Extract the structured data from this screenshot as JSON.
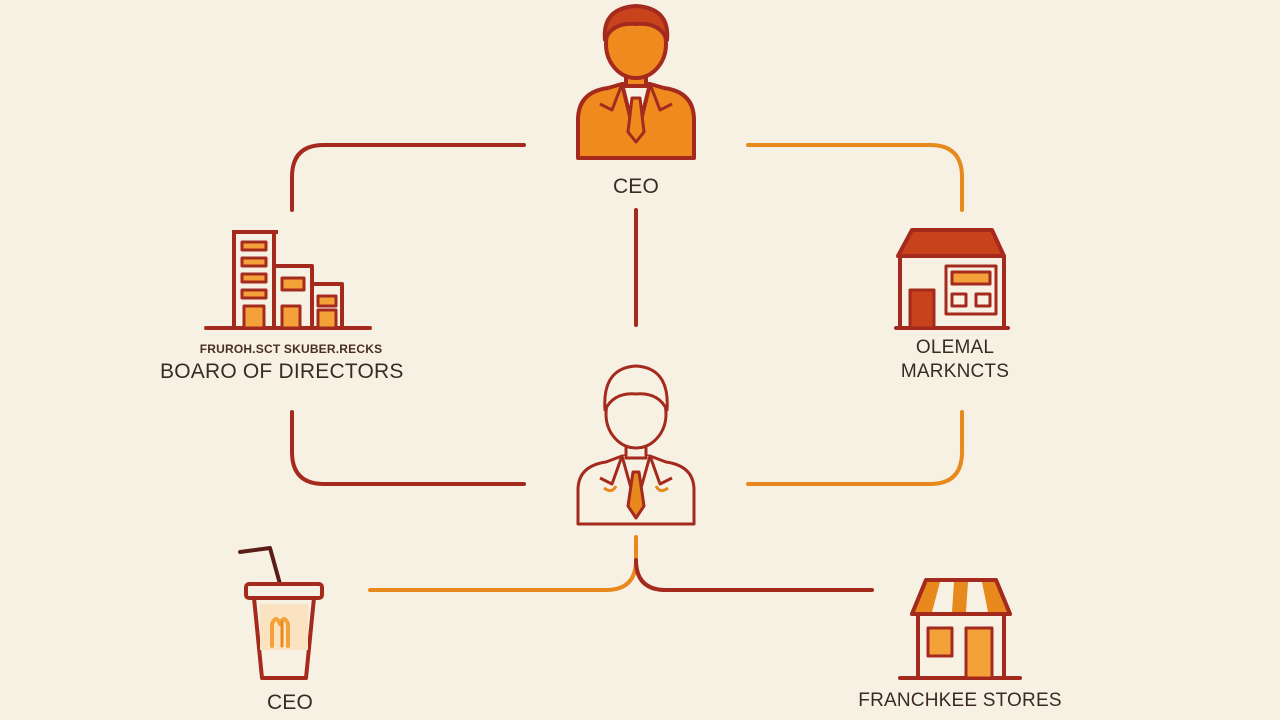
{
  "nodes": {
    "ceo_top": {
      "label": "CEO",
      "icon": "ceo-person-icon"
    },
    "board": {
      "sublabel": "FRUROH.SCT SKUBER.RECKS",
      "label": "BOARO OF DIRECTORS",
      "icon": "office-buildings-icon"
    },
    "markets": {
      "label_line1": "OLEMAL",
      "label_line2": "MARKNCTS",
      "icon": "storefront-icon"
    },
    "manager": {
      "icon": "manager-person-icon"
    },
    "restaurants": {
      "label": "CEO",
      "icon": "drink-cup-icon"
    },
    "franchise": {
      "label": "FRANCHKEE STORES",
      "icon": "franchise-store-icon"
    }
  },
  "colors": {
    "background": "#f7f1e4",
    "dark_red": "#a52a1e",
    "orange": "#e8891e",
    "light_orange": "#f4a13a",
    "text": "#3a2a22"
  }
}
